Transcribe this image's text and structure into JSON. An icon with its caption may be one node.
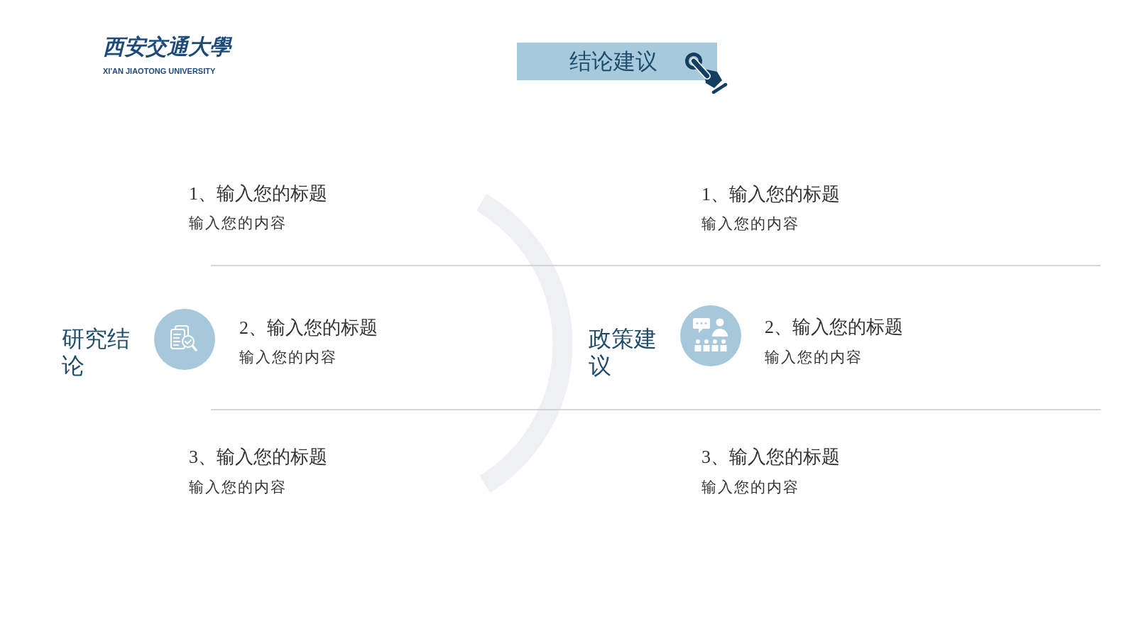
{
  "diagram": {
    "title": "结论建议",
    "labels": [
      "西安交通大學",
      "XI'AN JIAOTONG UNIVERSITY",
      "研究结论",
      "1、输入您的标题",
      "输入您的内容",
      "2、输入您的标题",
      "输入您的内容",
      "3、输入您的标题",
      "输入您的内容",
      "政策建议",
      "1、输入您的标题",
      "输入您的内容",
      "2、输入您的标题",
      "输入您的内容",
      "3、输入您的标题",
      "输入您的内容"
    ]
  }
}
